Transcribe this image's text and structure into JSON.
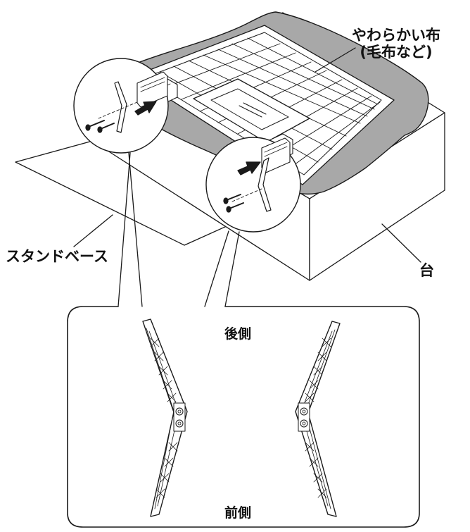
{
  "labels": {
    "cloth_line1": "やわらかい布",
    "cloth_line2": "(毛布など)",
    "stand_base": "スタンドベース",
    "table": "台",
    "rear_side": "後側",
    "front_side": "前側"
  },
  "colors": {
    "line": "#1a1a1a",
    "cloth": "#a8a8a8",
    "tv_back": "#ffffff",
    "background": "#ffffff"
  }
}
